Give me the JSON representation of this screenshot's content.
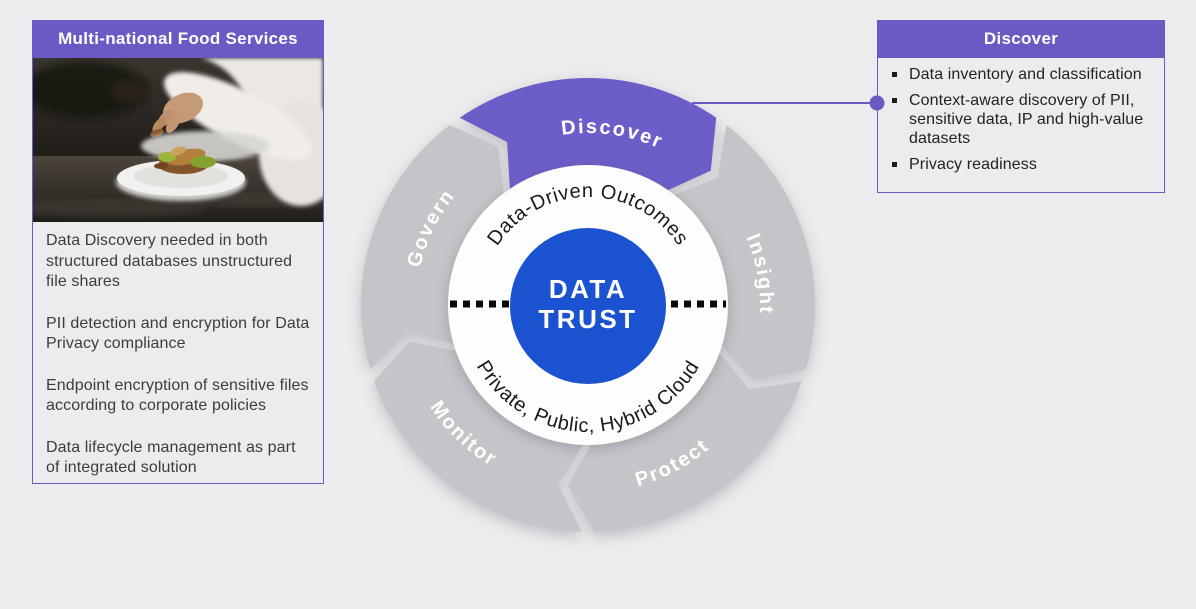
{
  "left_panel": {
    "title": "Multi-national Food Services",
    "image_alt": "Chef plating a dish in a kitchen",
    "paragraphs": [
      "Data Discovery needed in both structured databases unstructured file shares",
      "PII detection and encryption for Data Privacy compliance",
      "Endpoint encryption of sensitive files according to corporate policies",
      "Data lifecycle management as part of integrated solution"
    ]
  },
  "right_panel": {
    "title": "Discover",
    "bullets": [
      "Data inventory and classification",
      "Context-aware discovery of PII, sensitive data, IP and high-value datasets",
      "Privacy readiness"
    ]
  },
  "diagram": {
    "center_line1": "DATA",
    "center_line2": "TRUST",
    "top_arc_text": "Data-Driven Outcomes",
    "bottom_arc_text": "Private, Public, Hybrid Cloud",
    "segments": [
      {
        "label": "Discover",
        "highlighted": true
      },
      {
        "label": "Insight",
        "highlighted": false
      },
      {
        "label": "Protect",
        "highlighted": false
      },
      {
        "label": "Monitor",
        "highlighted": false
      },
      {
        "label": "Govern",
        "highlighted": false
      }
    ],
    "colors": {
      "accent_purple": "#695AC4",
      "segment_purple": "#6C5EC9",
      "segment_grey": "#C5C4C8",
      "center_blue": "#1B52CF",
      "inner_white": "#FDFDFD",
      "dash_black": "#0A0A0A"
    }
  }
}
